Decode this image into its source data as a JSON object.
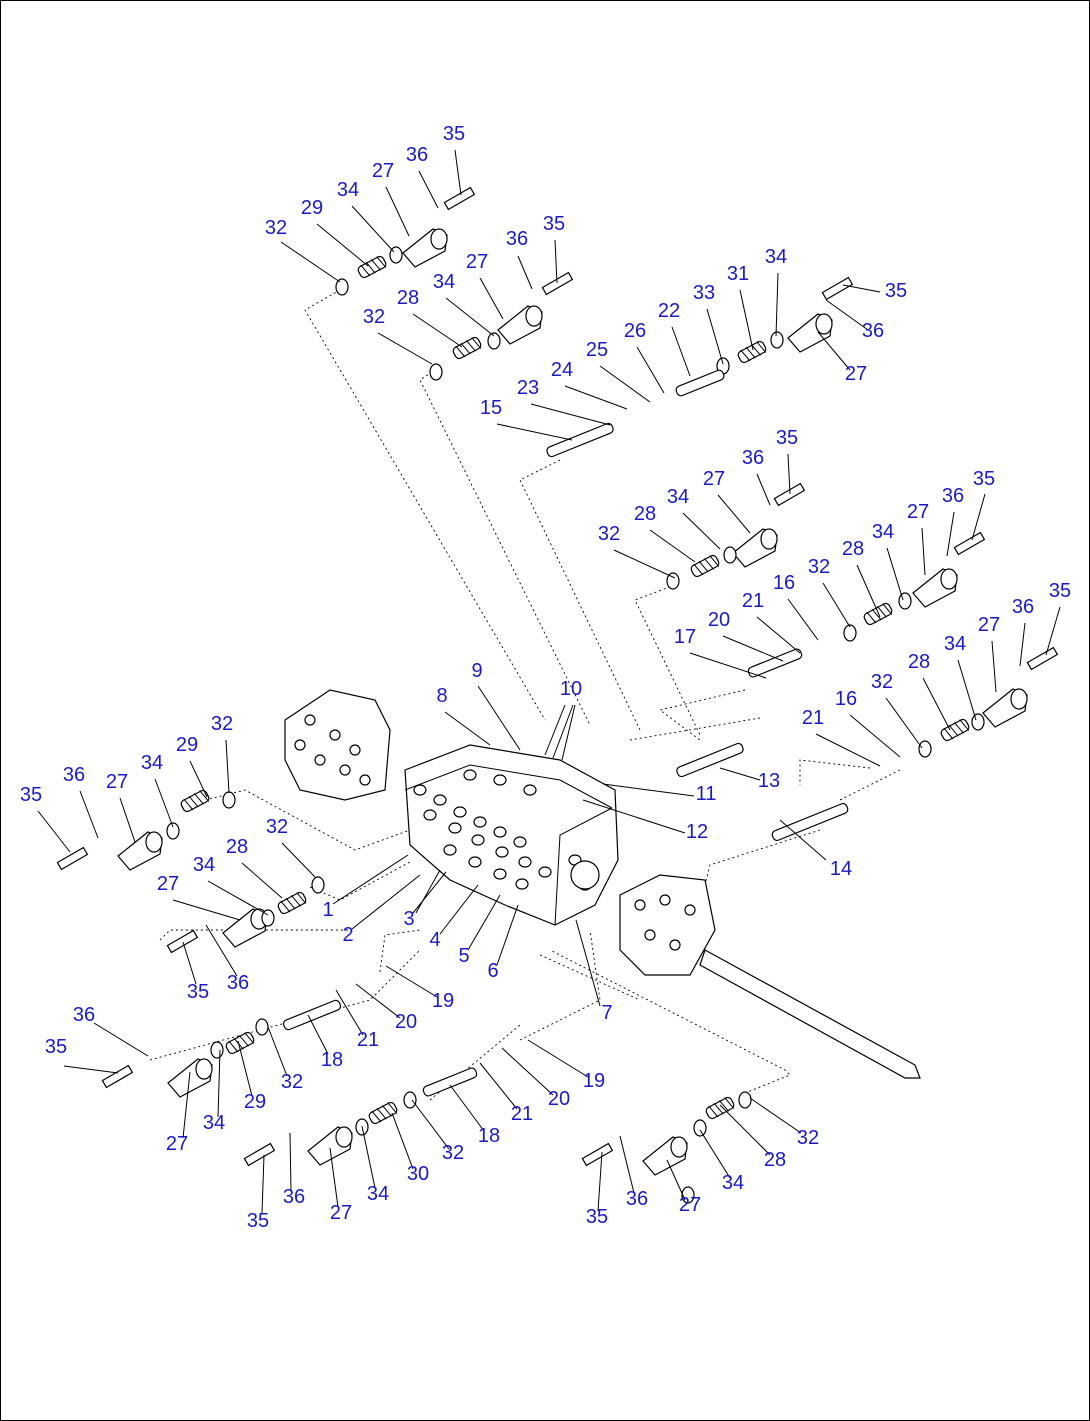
{
  "diagram": {
    "labels": [
      "1",
      "2",
      "3",
      "4",
      "5",
      "6",
      "7",
      "8",
      "9",
      "10",
      "11",
      "12",
      "13",
      "14",
      "15",
      "16",
      "17",
      "18",
      "19",
      "20",
      "21",
      "22",
      "23",
      "24",
      "25",
      "26",
      "27",
      "28",
      "29",
      "30",
      "31",
      "32",
      "33",
      "34",
      "35",
      "36"
    ],
    "colors": {
      "label": "#1a1acc",
      "line": "#000000"
    }
  }
}
